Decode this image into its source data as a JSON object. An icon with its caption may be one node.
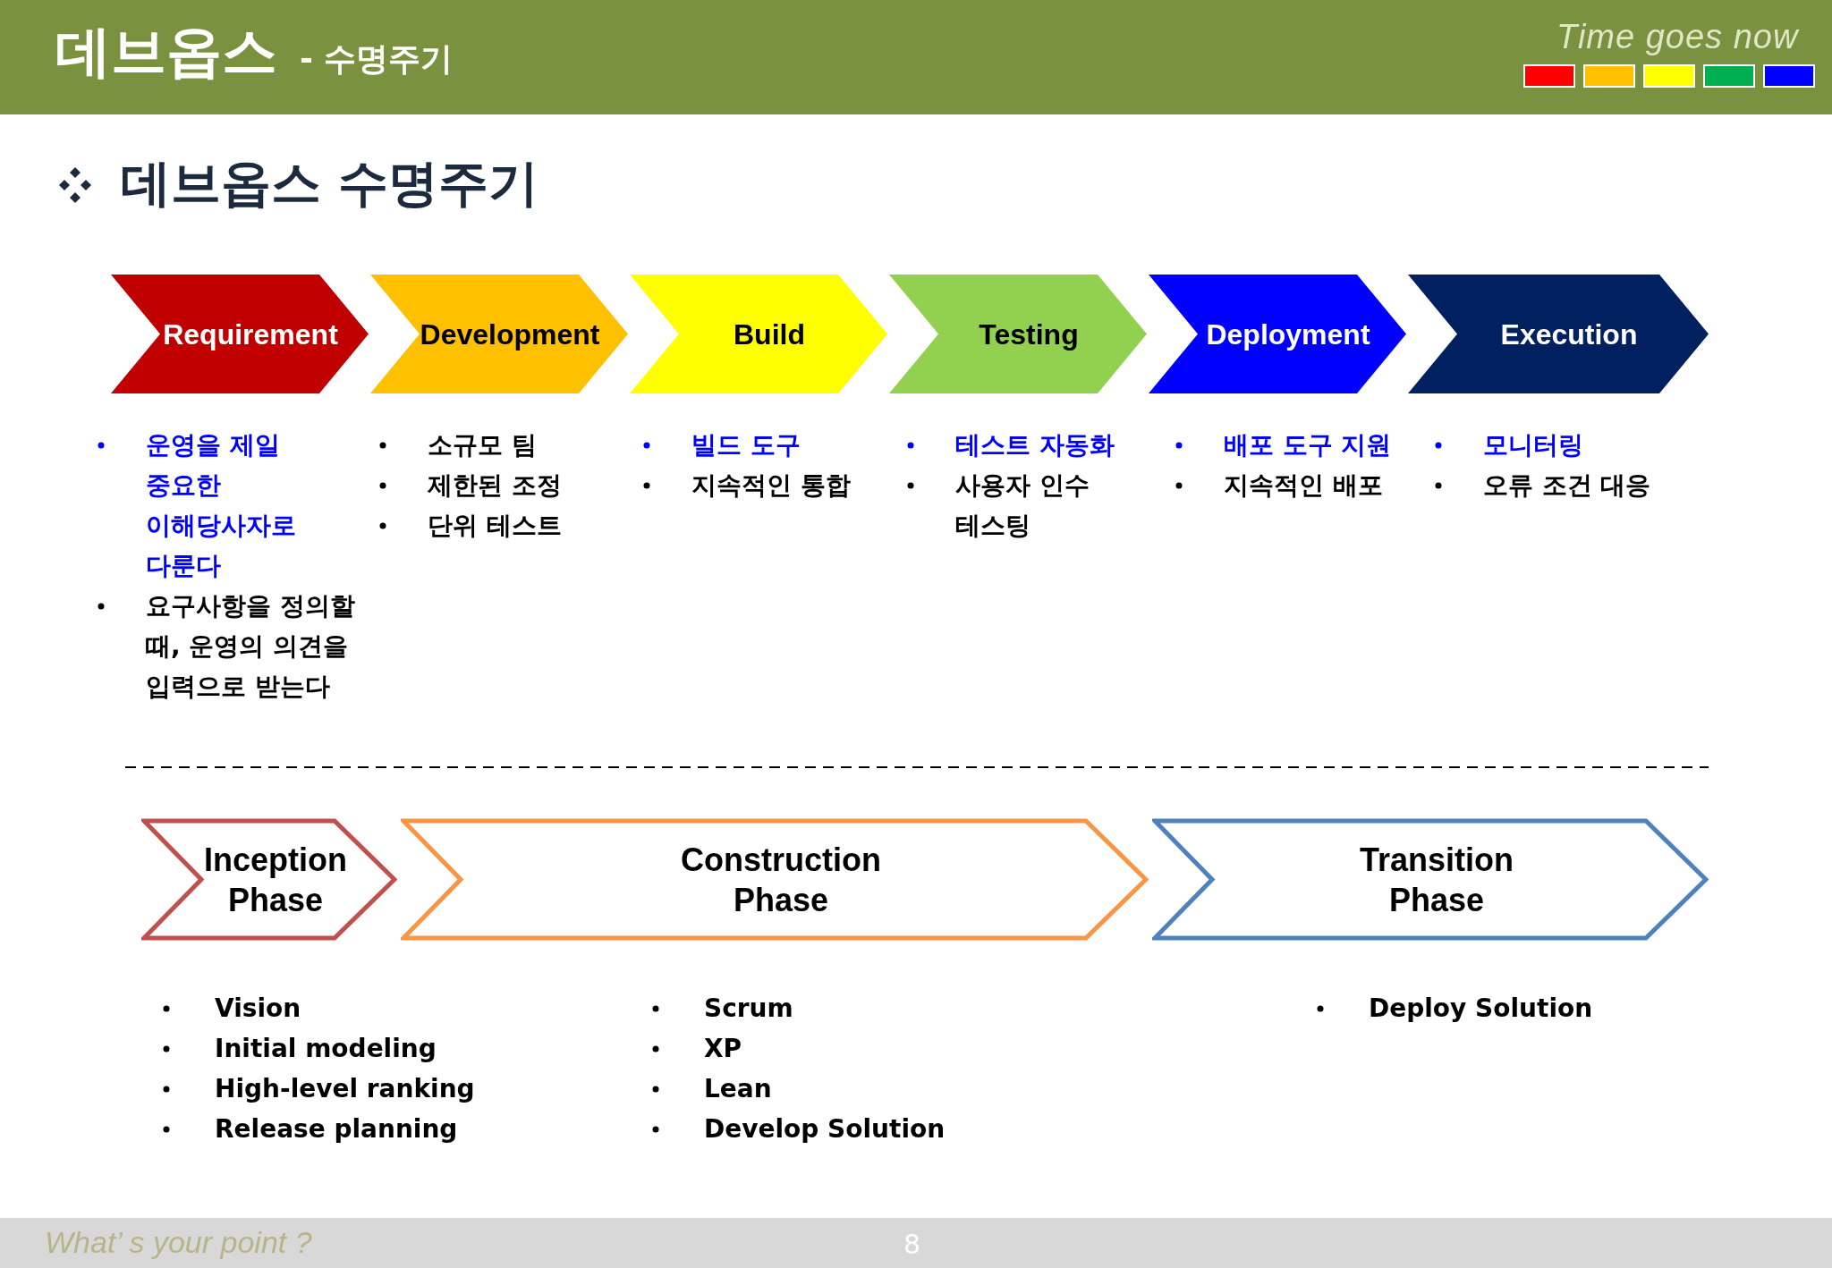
{
  "diagram": {
    "title": "데브옵스",
    "nodes": [
      {
        "text": [
          "Requirement"
        ],
        "beside": [
          "운영을 제일 중요한 이해당사자로 다룬다",
          "요구사항을 정의할 때, 운영의 의견을 입력으로 받는다"
        ]
      },
      {
        "text": [
          "Development"
        ],
        "beside": [
          "소규모 팀",
          "제한된 조정",
          "단위 테스트"
        ]
      },
      {
        "text": [
          "Build"
        ],
        "beside": [
          "빌드 도구",
          "지속적인 통합"
        ]
      },
      {
        "text": [
          "Testing"
        ],
        "beside": [
          "테스트 자동화",
          "사용자 인수 테스팅"
        ]
      },
      {
        "text": [
          "Deployment"
        ],
        "beside": [
          "배포 도구 지원",
          "지속적인 배포"
        ]
      },
      {
        "text": [
          "Execution"
        ],
        "beside": [
          "모니터링",
          "오류 조건 대응"
        ]
      },
      {
        "text": [
          "Inception Phase"
        ],
        "beside": [
          "Vision",
          "Initial modeling",
          "High-level ranking",
          "Release planning"
        ]
      },
      {
        "text": [
          "Construction Phase"
        ],
        "beside": [
          "Scrum",
          "XP",
          "Lean",
          "Develop Solution"
        ]
      },
      {
        "text": [
          "Transition Phase"
        ],
        "beside": [
          "Deploy Solution"
        ]
      }
    ],
    "labels": [
      "- 수명주기",
      "Time goes now",
      "데브옵스 수명주기",
      "What’ s your point ?",
      "8"
    ]
  }
}
